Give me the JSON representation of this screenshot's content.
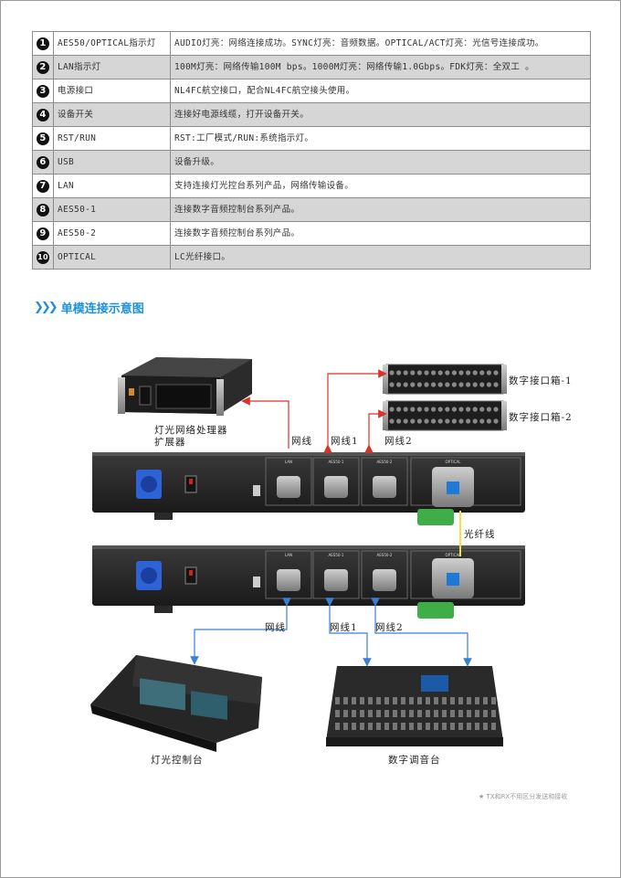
{
  "table": [
    {
      "num": "1",
      "name": "AES50/OPTICAL指示灯",
      "desc": "AUDIO灯亮：网络连接成功。SYNC灯亮：音频数据。OPTICAL/ACT灯亮：光信号连接成功。"
    },
    {
      "num": "2",
      "name": "LAN指示灯",
      "desc": "100M灯亮：网络传输100M bps。1000M灯亮：网络传输1.0Gbps。FDK灯亮：全双工 。"
    },
    {
      "num": "3",
      "name": "电源接口",
      "desc": "NL4FC航空接口，配合NL4FC航空接头使用。"
    },
    {
      "num": "4",
      "name": "设备开关",
      "desc": "连接好电源线缆，打开设备开关。"
    },
    {
      "num": "5",
      "name": "RST/RUN",
      "desc": "RST:工厂模式/RUN:系统指示灯。"
    },
    {
      "num": "6",
      "name": "USB",
      "desc": "设备升级。"
    },
    {
      "num": "7",
      "name": "LAN",
      "desc": "支持连接灯光控台系列产品，网络传输设备。"
    },
    {
      "num": "8",
      "name": "AES50-1",
      "desc": "连接数字音频控制台系列产品。"
    },
    {
      "num": "9",
      "name": "AES50-2",
      "desc": "连接数字音频控制台系列产品。"
    },
    {
      "num": "10",
      "name": "OPTICAL",
      "desc": "LC光纤接口。"
    }
  ],
  "section": {
    "title": "单模连接示意图"
  },
  "diagram": {
    "processor_label_1": "灯光网络处理器",
    "processor_label_2": "扩展器",
    "box1": "数字接口箱-1",
    "box2": "数字接口箱-2",
    "cable_top_1": "网线",
    "cable_top_2": "网线1",
    "cable_top_3": "网线2",
    "fiber": "光纤线",
    "cable_bot_1": "网线",
    "cable_bot_2": "网线1",
    "cable_bot_3": "网线2",
    "lighting_console": "灯光控制台",
    "audio_console": "数字调音台",
    "port_lan": "LAN",
    "port_aes1": "AES50-1",
    "port_aes2": "AES50-2",
    "port_optical": "OPTICAL"
  },
  "note": "★ TX和RX不用区分发送和接收",
  "colors": {
    "accent": "#1e90d8",
    "red_line": "#d9322a",
    "blue_line": "#3b7fd0",
    "yellow_line": "#f2e23a",
    "green": "#3fae49"
  }
}
